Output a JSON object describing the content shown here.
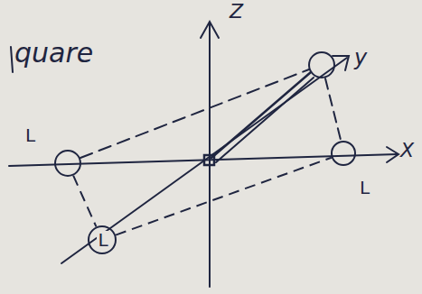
{
  "diagram": {
    "nodes": [
      {
        "text": [
          "L"
        ]
      },
      {
        "text": [
          "L"
        ]
      },
      {
        "text": [
          "L"
        ]
      }
    ],
    "edges": [
      {
        "from": 0,
        "to": 1,
        "arrow": "none"
      },
      {
        "from": 1,
        "to": 2,
        "arrow": "none"
      }
    ],
    "labels": [
      "quare",
      "Z",
      "y",
      "X"
    ]
  }
}
